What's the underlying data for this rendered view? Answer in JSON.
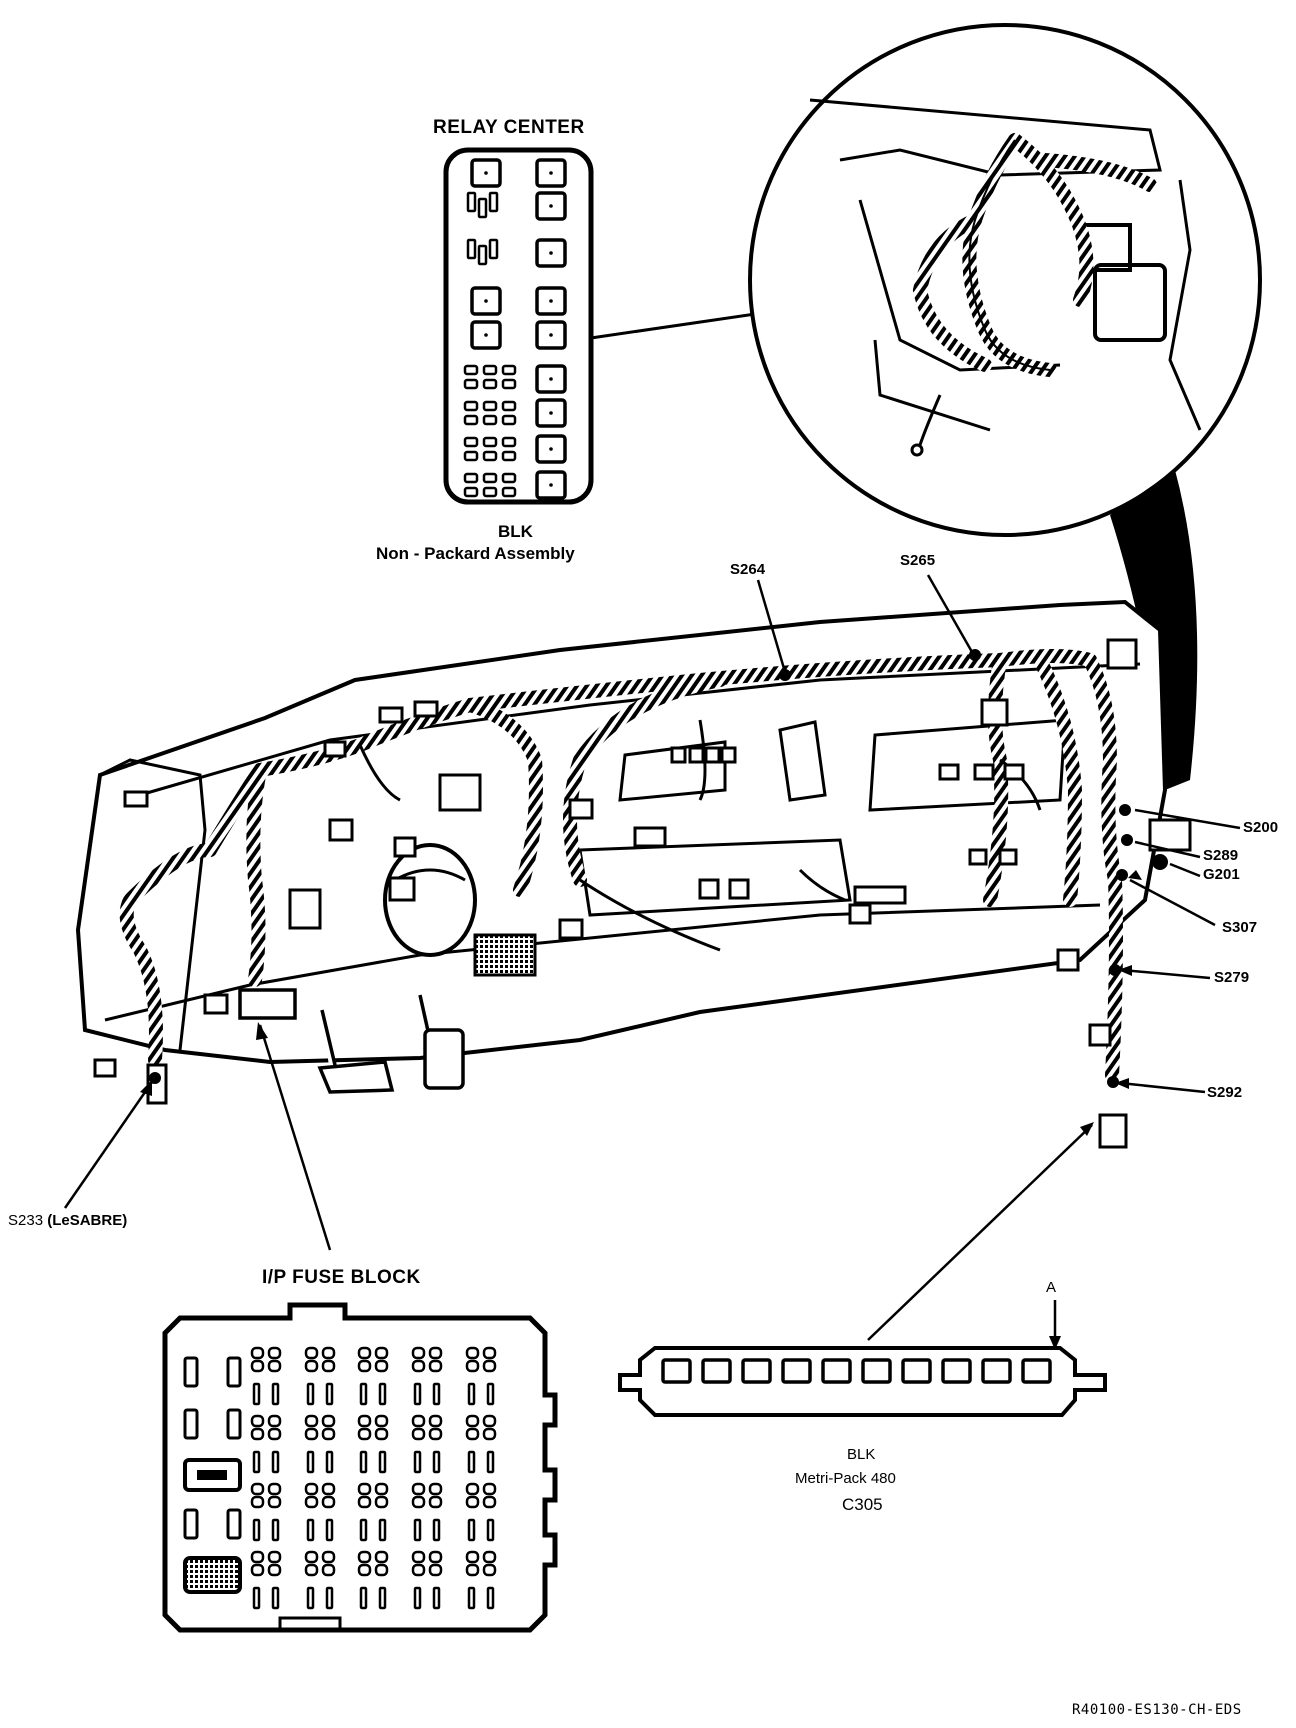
{
  "relay_center": {
    "title": "RELAY CENTER",
    "color": "BLK",
    "assembly": "Non - Packard Assembly"
  },
  "splices": {
    "s264": "S264",
    "s265": "S265",
    "s200": "S200",
    "s289": "S289",
    "g201": "G201",
    "s307": "S307",
    "s279": "S279",
    "s292": "S292",
    "s233": "S233",
    "s233_note": "(LeSABRE)"
  },
  "fuse_block": {
    "title": "I/P FUSE BLOCK"
  },
  "connector": {
    "pin_label": "A",
    "color": "BLK",
    "type": "Metri-Pack 480",
    "id": "C305"
  },
  "drawing_code": "R40100-ES130-CH-EDS"
}
